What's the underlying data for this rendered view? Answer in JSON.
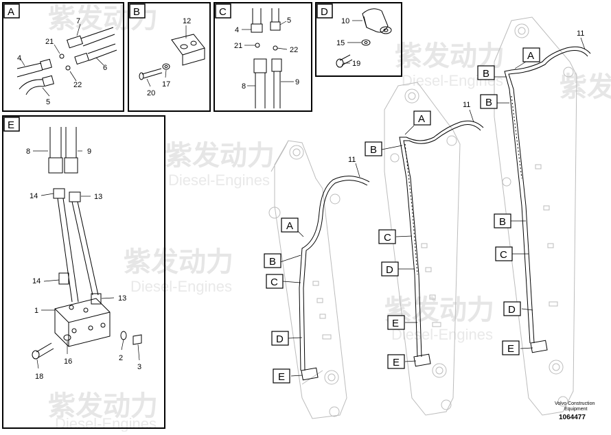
{
  "watermark": {
    "cn": "紫发动力",
    "en": "Diesel-Engines"
  },
  "panels": {
    "A": {
      "tag": "A",
      "labels": {
        "p4": "4",
        "p5": "5",
        "p6": "6",
        "p7": "7",
        "p21": "21",
        "p22": "22"
      }
    },
    "B": {
      "tag": "B",
      "labels": {
        "p12": "12",
        "p17": "17",
        "p20": "20"
      }
    },
    "C": {
      "tag": "C",
      "labels": {
        "p4": "4",
        "p5": "5",
        "p8": "8",
        "p9": "9",
        "p21": "21",
        "p22": "22"
      }
    },
    "D": {
      "tag": "D",
      "labels": {
        "p10": "10",
        "p15": "15",
        "p19": "19"
      }
    },
    "E": {
      "tag": "E",
      "labels": {
        "p1": "1",
        "p2": "2",
        "p3": "3",
        "p8": "8",
        "p9": "9",
        "p13a": "13",
        "p13b": "13",
        "p14a": "14",
        "p14b": "14",
        "p16": "16",
        "p18": "18"
      }
    }
  },
  "booms": [
    {
      "pipe_label": "11",
      "callouts": [
        "A",
        "B",
        "C",
        "D",
        "E"
      ]
    },
    {
      "pipe_label": "11",
      "callouts": [
        "A",
        "B",
        "C",
        "D",
        "E"
      ]
    },
    {
      "pipe_label": "11",
      "callouts": [
        "A",
        "B",
        "C",
        "D",
        "E"
      ]
    }
  ],
  "footer": {
    "company_line1": "Volvo Construction",
    "company_line2": "Equipment",
    "doc_number": "1064477"
  }
}
